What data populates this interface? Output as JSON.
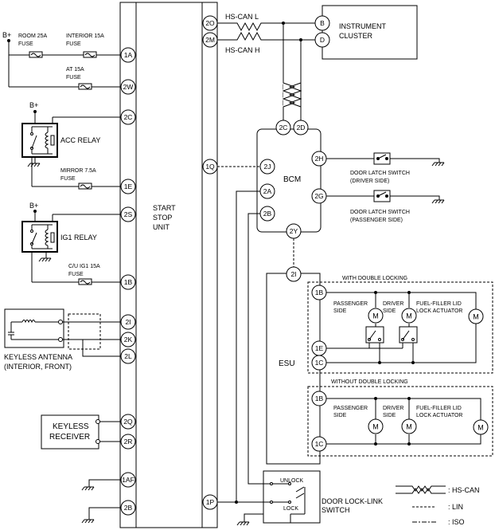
{
  "power": {
    "b_plus": "B+"
  },
  "fuses": {
    "room": [
      "ROOM 25A",
      "FUSE"
    ],
    "interior": [
      "INTERIOR 15A",
      "FUSE"
    ],
    "at": [
      "AT 15A",
      "FUSE"
    ],
    "mirror": [
      "MIRROR 7.5A",
      "FUSE"
    ],
    "cu_ig1": [
      "C/U IG1 15A",
      "FUSE"
    ]
  },
  "relays": {
    "acc": "ACC RELAY",
    "ig1": "IG1 RELAY"
  },
  "modules": {
    "start_stop": [
      "START",
      "STOP",
      "UNIT"
    ],
    "bcm": "BCM",
    "esu": "ESU",
    "instrument_cluster": [
      "INSTRUMENT",
      "CLUSTER"
    ],
    "keyless_antenna": [
      "KEYLESS ANTENNA",
      "(INTERIOR, FRONT)"
    ],
    "keyless_receiver": [
      "KEYLESS",
      "RECEIVER"
    ],
    "door_lock_link": [
      "DOOR LOCK-LINK",
      "SWITCH"
    ]
  },
  "bus": {
    "hs_can_l": "HS-CAN L",
    "hs_can_h": "HS-CAN H"
  },
  "switches": {
    "door_latch_driver": [
      "DOOR LATCH SWITCH",
      "(DRIVER SIDE)"
    ],
    "door_latch_passenger": [
      "DOOR LATCH SWITCH",
      "(PASSENGER SIDE)"
    ],
    "unlock": "UNLOCK",
    "lock": "LOCK"
  },
  "esu_sections": {
    "with_double": "WITH DOUBLE LOCKING",
    "without_double": "WITHOUT DOUBLE LOCKING",
    "passenger_side": [
      "PASSENGER",
      "SIDE"
    ],
    "driver_side": [
      "DRIVER",
      "SIDE"
    ],
    "fuel_filler": [
      "FUEL-FILLER LID",
      "LOCK ACTUATOR"
    ],
    "motor": "M"
  },
  "pins": {
    "t1A": "1A",
    "t2W": "2W",
    "t2C": "2C",
    "t1E": "1E",
    "t2S": "2S",
    "t1B": "1B",
    "t2I": "2I",
    "t2K": "2K",
    "t2L": "2L",
    "t2Q": "2Q",
    "t2R": "2R",
    "t1AF": "1AF",
    "t2B": "2B",
    "t2O": "2O",
    "t2M": "2M",
    "t1Q": "1Q",
    "t1P": "1P",
    "b2C": "2C",
    "b2D": "2D",
    "b2J": "2J",
    "b2A": "2A",
    "b2B": "2B",
    "b2H": "2H",
    "b2G": "2G",
    "b2Y": "2Y",
    "e2I": "2I",
    "e1B": "1B",
    "e1E": "1E",
    "e1C": "1C",
    "e1B2": "1B",
    "e1C2": "1C",
    "icB": "B",
    "icD": "D"
  },
  "legend": {
    "hs_can": ": HS-CAN",
    "lin": ": LIN",
    "iso": ": ISO"
  }
}
